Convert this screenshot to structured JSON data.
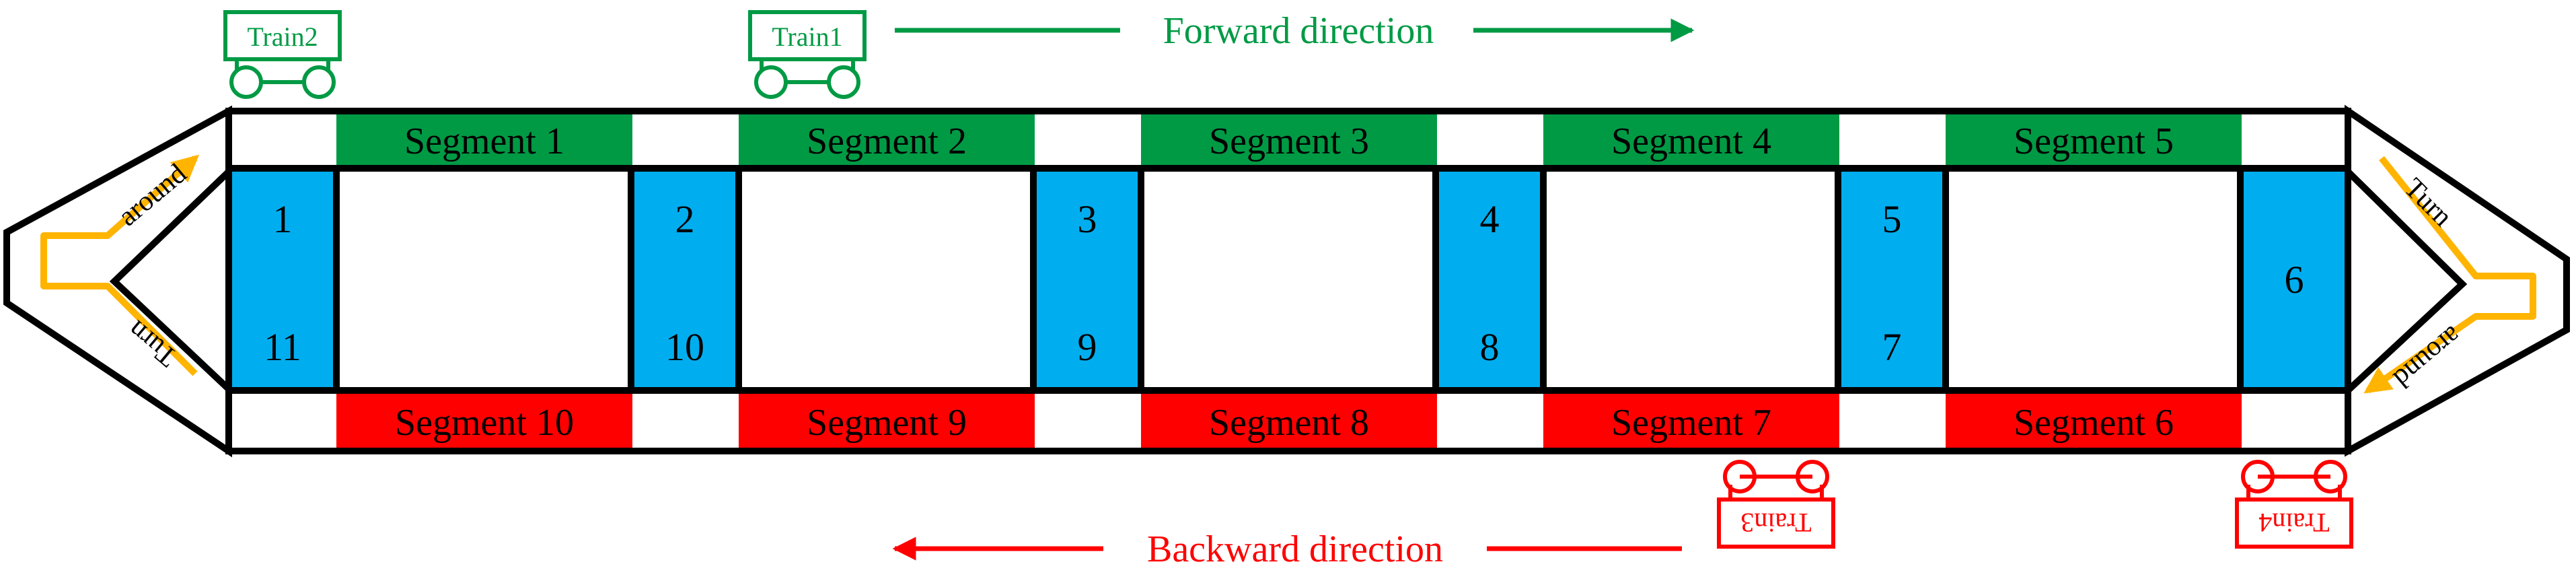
{
  "colors": {
    "forward": "#009a44",
    "backward": "#ff0000",
    "station": "#00aeef",
    "track": "#000000",
    "turnaround": "#ffb400",
    "background": "#ffffff"
  },
  "forward_label": "Forward direction",
  "backward_label": "Backward direction",
  "top_segments": [
    "Segment 1",
    "Segment 2",
    "Segment 3",
    "Segment 4",
    "Segment 5"
  ],
  "bottom_segments": [
    "Segment 10",
    "Segment 9",
    "Segment 8",
    "Segment 7",
    "Segment 6"
  ],
  "stations": [
    {
      "top": "1",
      "bottom": "11"
    },
    {
      "top": "2",
      "bottom": "10"
    },
    {
      "top": "3",
      "bottom": "9"
    },
    {
      "top": "4",
      "bottom": "8"
    },
    {
      "top": "5",
      "bottom": "7"
    },
    {
      "single": "6"
    }
  ],
  "trains": {
    "train1": "Train1",
    "train2": "Train2",
    "train3": "Train3",
    "train4": "Train4"
  },
  "turnaround": {
    "left_word_a": "around",
    "left_word_b": "Turn",
    "right_word_a": "Turn",
    "right_word_b": "around"
  }
}
